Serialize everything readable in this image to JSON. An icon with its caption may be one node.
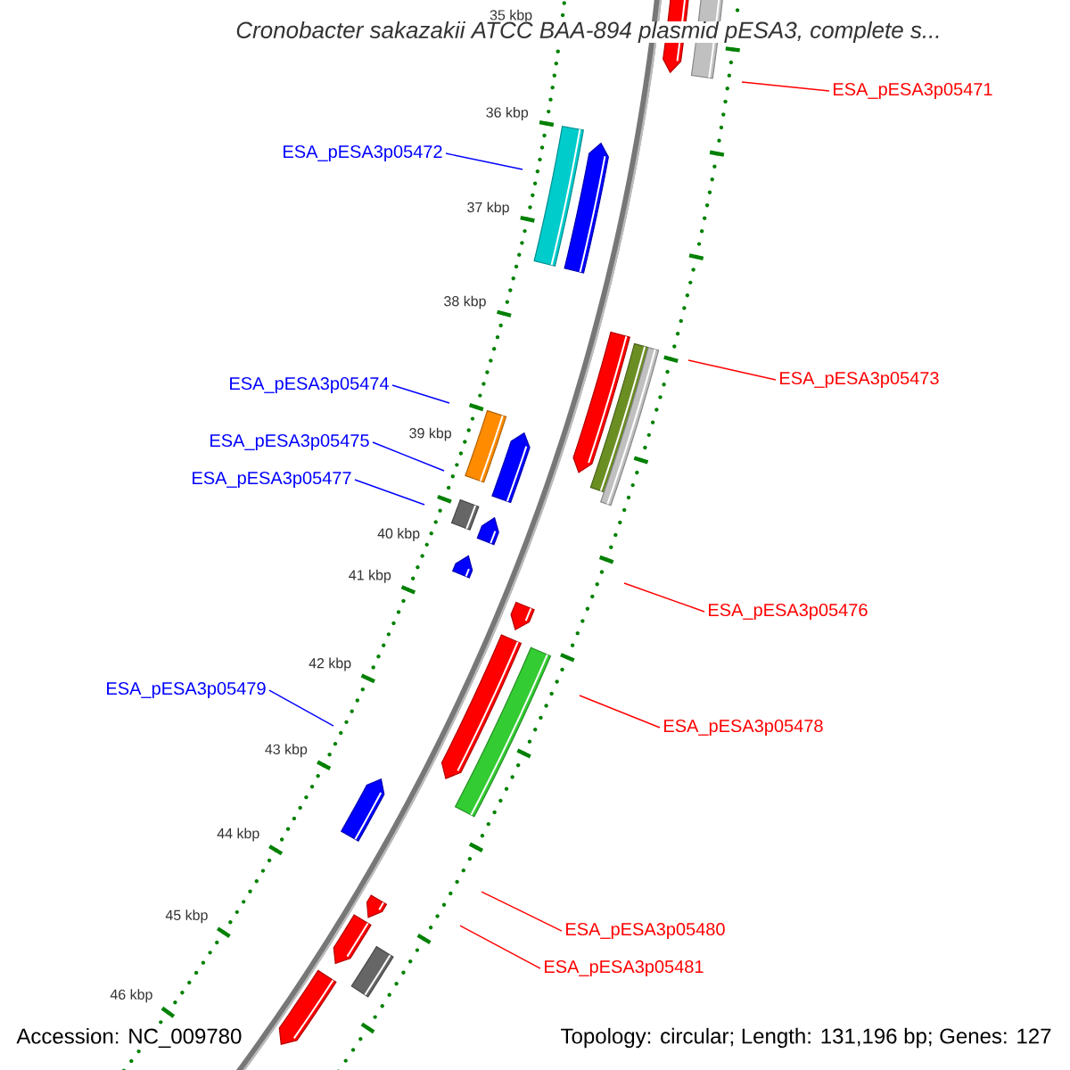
{
  "diagram": {
    "title": "Cronobacter sakazakii ATCC BAA-894 plasmid pESA3, complete s...",
    "nodes": [
      {
        "text": [
          "ESA_pESA3p05471"
        ]
      },
      {
        "text": [
          "ESA_pESA3p05472"
        ]
      },
      {
        "text": [
          "ESA_pESA3p05473"
        ]
      },
      {
        "text": [
          "ESA_pESA3p05474"
        ]
      },
      {
        "text": [
          "ESA_pESA3p05475"
        ]
      },
      {
        "text": [
          "ESA_pESA3p05477"
        ]
      },
      {
        "text": [
          "ESA_pESA3p05476"
        ]
      },
      {
        "text": [
          "ESA_pESA3p05479"
        ]
      },
      {
        "text": [
          "ESA_pESA3p05478"
        ]
      },
      {
        "text": [
          "ESA_pESA3p05480"
        ]
      },
      {
        "text": [
          "ESA_pESA3p05481"
        ]
      }
    ],
    "edges": [
      {
        "from": 0,
        "to": null,
        "arrow": "none"
      },
      {
        "from": 1,
        "to": null,
        "arrow": "none",
        "color": "#0000ff"
      },
      {
        "from": 2,
        "to": null,
        "arrow": "none"
      },
      {
        "from": 3,
        "to": null,
        "arrow": "none",
        "color": "#0000ff"
      },
      {
        "from": 4,
        "to": null,
        "arrow": "none",
        "color": "#0000ff"
      },
      {
        "from": 5,
        "to": null,
        "arrow": "none",
        "color": "#0000ff"
      },
      {
        "from": 6,
        "to": null,
        "arrow": "none"
      },
      {
        "from": 7,
        "to": null,
        "arrow": "none",
        "color": "#0000ff"
      },
      {
        "from": 8,
        "to": null,
        "arrow": "none"
      },
      {
        "from": 9,
        "to": null,
        "arrow": "none"
      },
      {
        "from": 10,
        "to": null,
        "arrow": "none"
      }
    ],
    "labels": [
      "35 kbp",
      "36 kbp",
      "37 kbp",
      "38 kbp",
      "39 kbp",
      "40 kbp",
      "41 kbp",
      "42 kbp",
      "43 kbp",
      "44 kbp",
      "45 kbp",
      "46 kbp",
      "Accession: NC_009780",
      "Topology: circular; Length: 131,196 bp; Genes: 127"
    ]
  }
}
